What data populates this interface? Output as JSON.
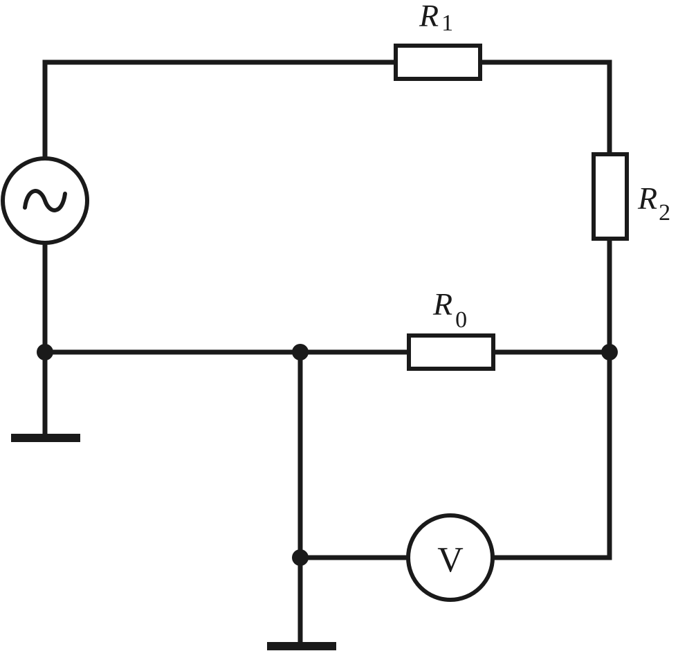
{
  "resistors": {
    "r1": {
      "symbol": "R",
      "subscript": "1"
    },
    "r2": {
      "symbol": "R",
      "subscript": "2"
    },
    "r0": {
      "symbol": "R",
      "subscript": "0"
    }
  },
  "voltmeter": {
    "symbol": "V"
  },
  "source": {
    "type": "ac-voltage-source",
    "icon": "sine-wave-icon"
  },
  "grounds": [
    "left-ground",
    "bottom-ground"
  ],
  "colors": {
    "stroke": "#1a1a1a",
    "background": "#ffffff"
  }
}
